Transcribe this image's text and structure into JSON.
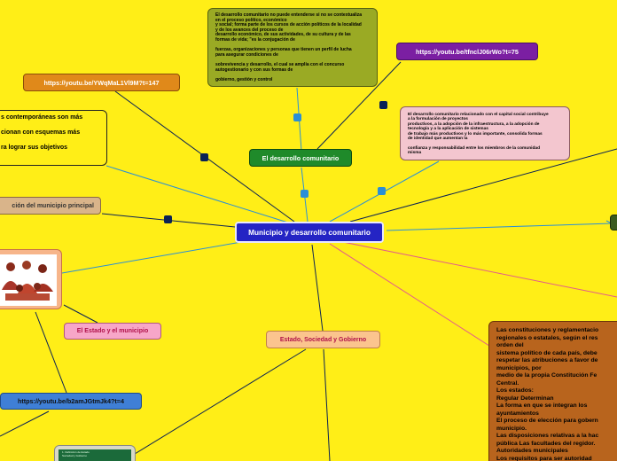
{
  "central": {
    "label": "Municipio y desarrollo comunitario"
  },
  "nodes": {
    "desarrollo_comunitario": "El desarrollo comunitario",
    "estado_municipio": "El Estado y el municipio",
    "estado_sociedad_gobierno": "Estado, Sociedad y Gobierno",
    "municipio_principal": "ción del municipio principal"
  },
  "links": {
    "youtube_top_left": "https://youtu.be/YWqMaL1Vl9M?t=147",
    "youtube_top_right": "https://youtu.be/tfnclJ06rWo?t=75",
    "youtube_bottom_left": "https://youtu.be/b2amJGtmJk4?t=4"
  },
  "note_top": {
    "lines": [
      "El desarrollo comunitario no puede entenderse si no se contextualiza",
      "en el proceso político, económico",
      "y social; forma parte de los cursos de acción políticos de la localidad",
      "y de los avances del proceso de",
      "desarrollo económico, de sus actividades, de su cultura y de las",
      "formas de vida; \"es la conjugación de",
      "",
      "fuerzas, organizaciones y personas que tienen un perfil de lucha",
      "para asegurar condiciones de",
      "",
      "sobrevivencia y desarrollo, el cual se amplía con el concurso",
      "autogestionario y con sus formas de",
      "",
      "gobierno, gestión y control"
    ]
  },
  "note_right": {
    "lines": [
      "El desarrollo comunitario relacionado con el capital social contribuye",
      "a la formulación de proyectos",
      "productivos, a la adopción de la infraestructura, a la adopción de",
      "tecnología y a la aplicación de sistemas",
      "de trabajo más productivos y lo más importante, consolida formas",
      "de identidad que aumentan la",
      "",
      "confianza y responsabilidad entre los miembros de la comunidad",
      "misma"
    ]
  },
  "note_left": {
    "lines": [
      "s contemporáneas son más",
      "",
      "cionan con esquemas más",
      "",
      "ra lograr sus objetivos"
    ]
  },
  "note_bottom_right": {
    "lines": [
      "Las constituciones y reglamentacio",
      "regionales o estatales, según el res",
      "orden del",
      "sistema político de cada país, debe",
      "respetar las atribuciones a favor de",
      "municipios, por",
      "medio de la propia Constitución Fe",
      "Central.",
      "Los estados:",
      "Regular Determinan",
      "La forma en que se integran los",
      "ayuntamientos",
      "El proceso de elección para gobern",
      "municipio.",
      "Las disposiciones relativas a la hac",
      "pública Las facultades del regidor.",
      "Autoridades municipales",
      "Los requisitos para ser autoridad"
    ]
  },
  "thumbnail": {
    "lines": [
      "1. Definición de Estado",
      "Sociedad y Gobierno"
    ]
  },
  "colors": {
    "background": "#ffee17",
    "central": "#2424c4",
    "green_node": "#1f8a2a",
    "purple_link": "#7b1fa2",
    "orange_link": "#e0891a",
    "blue_link": "#3f7fd6",
    "note_olive": "#9aaa24",
    "note_pink": "#f3c6cf",
    "pink_node": "#f7a6c8",
    "peach_node": "#fbc48e",
    "tan_node": "#d9b48a",
    "brown_note": "#b8641d",
    "line_blue": "#2a8fd6",
    "line_navy": "#0a2255",
    "line_pink": "#e35c8a"
  }
}
